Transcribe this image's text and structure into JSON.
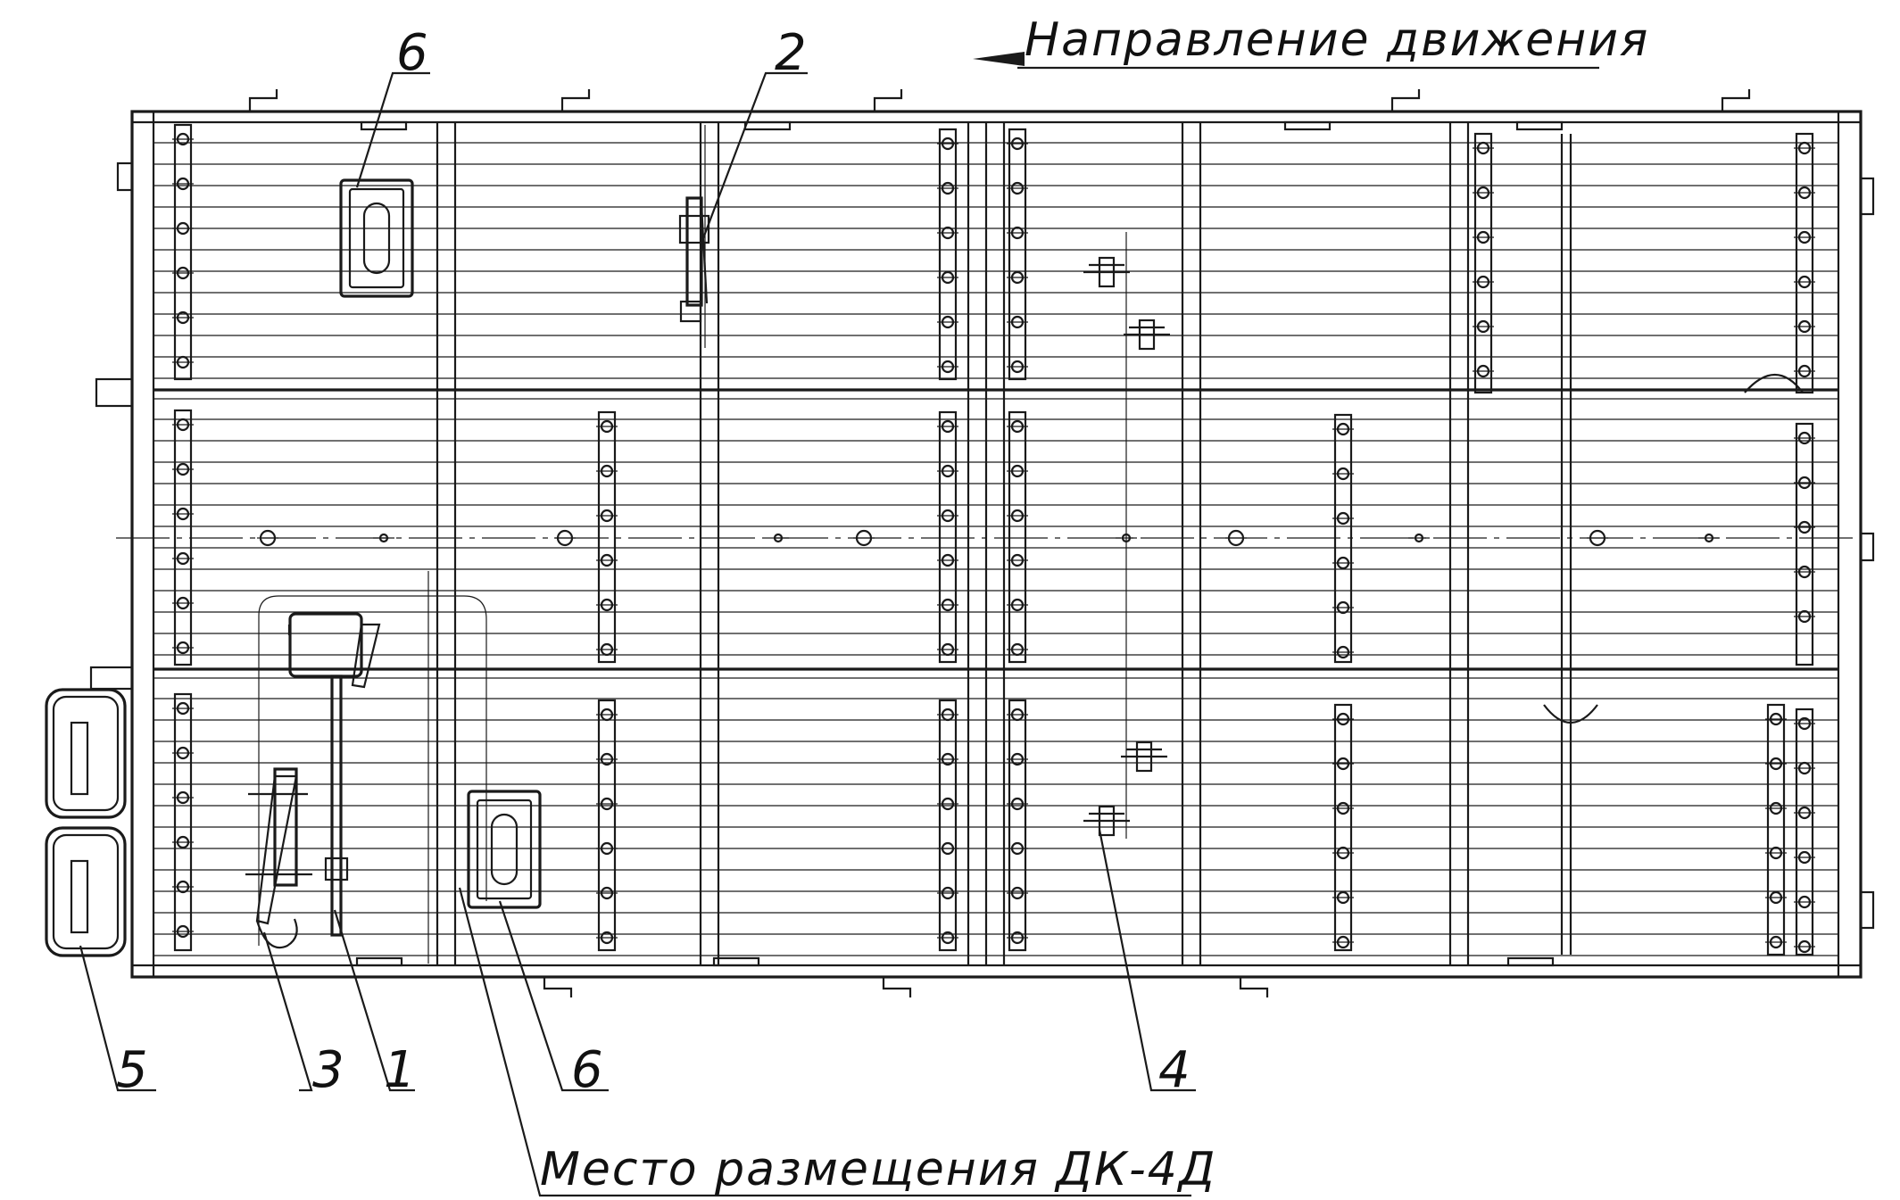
{
  "direction_caption": "Направление движения",
  "placement_caption": "Место размещения ДК-4Д",
  "callouts": {
    "c1": "1",
    "c2": "2",
    "c3": "3",
    "c4": "4",
    "c5": "5",
    "c6_top": "6",
    "c6_bottom": "6"
  },
  "colors": {
    "ink": "#1a1a1a",
    "background": "#ffffff"
  }
}
